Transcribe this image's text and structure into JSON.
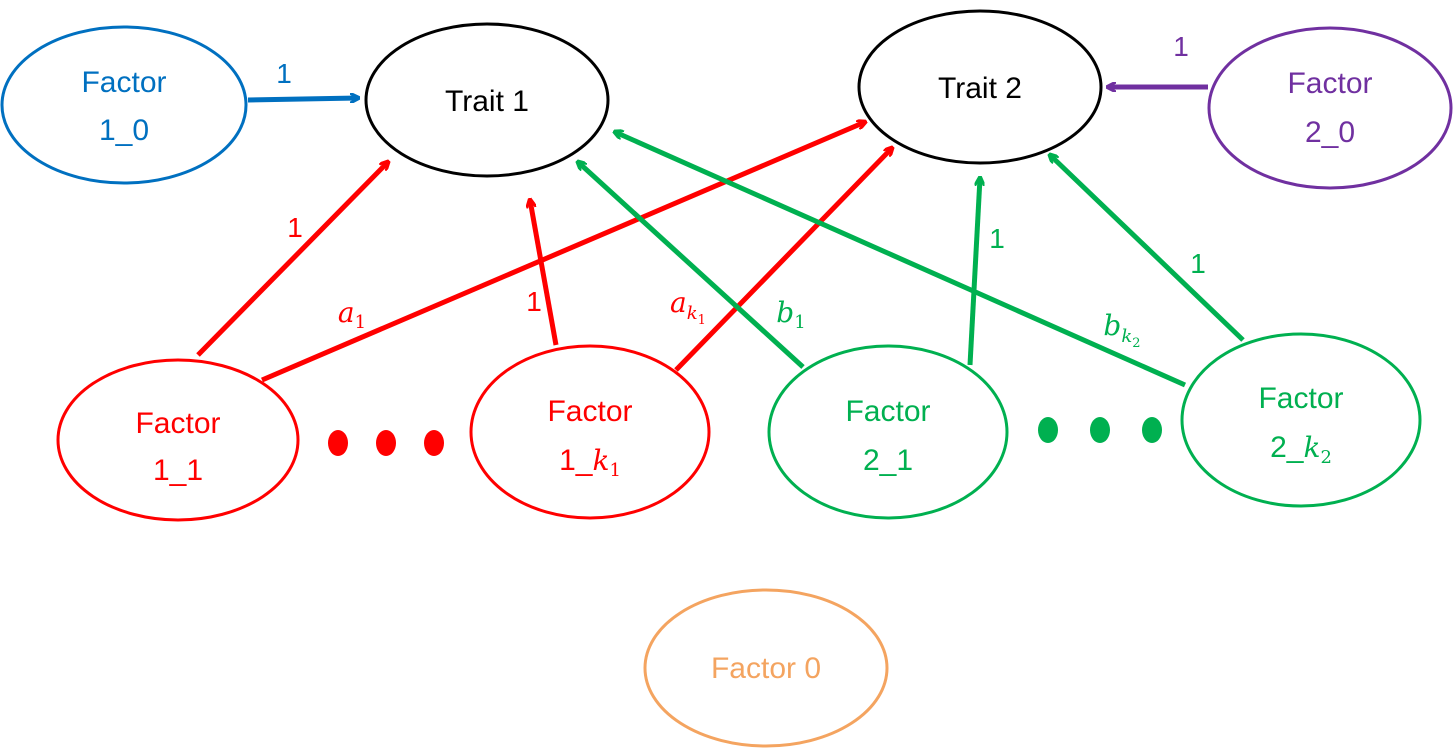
{
  "colors": {
    "black": "#000000",
    "blue": "#0070C0",
    "purple": "#7030A0",
    "red": "#FF0000",
    "green": "#00B050",
    "orange": "#F4A460"
  },
  "nodes": {
    "trait1": {
      "line1": "Trait 1"
    },
    "trait2": {
      "line1": "Trait 2"
    },
    "factor1_0": {
      "line1": "Factor",
      "line2": "1_0"
    },
    "factor2_0": {
      "line1": "Factor",
      "line2": "2_0"
    },
    "factor1_1": {
      "line1": "Factor",
      "line2": "1_1"
    },
    "factor1_k1": {
      "line1": "Factor",
      "line2_prefix": "1_",
      "line2_var": "k",
      "line2_sub": "1"
    },
    "factor2_1": {
      "line1": "Factor",
      "line2": "2_1"
    },
    "factor2_k2": {
      "line1": "Factor",
      "line2_prefix": "2_",
      "line2_var": "k",
      "line2_sub": "2"
    },
    "factor0": {
      "line1": "Factor 0"
    }
  },
  "edge_labels": {
    "f10_t1": "1",
    "f20_t2": "1",
    "f11_t1": "1",
    "f11_t2": {
      "var": "a",
      "sub": "1"
    },
    "f1k1_t1": "1",
    "f1k1_t2": {
      "var": "a",
      "sub_var": "k",
      "sub_sub": "1"
    },
    "f21_t1": {
      "var": "b",
      "sub": "1"
    },
    "f21_t2": "1",
    "f2k2_t1": {
      "var": "b",
      "sub_var": "k",
      "sub_sub": "2"
    },
    "f2k2_t2": "1"
  },
  "ellipsis": {
    "red_count": 3,
    "green_count": 3
  }
}
